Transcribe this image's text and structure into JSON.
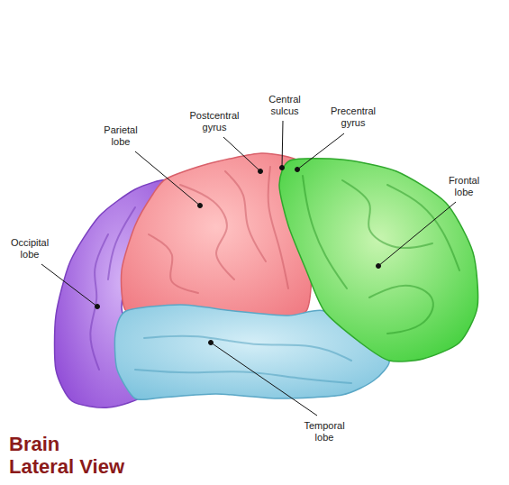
{
  "diagram": {
    "title": "Brain Lateral View",
    "labels": [
      "Central sulcus",
      "Postcentral gyrus",
      "Precentral gyrus",
      "Parietal lobe",
      "Frontal lobe",
      "Occipital lobe",
      "Temporal lobe"
    ]
  }
}
